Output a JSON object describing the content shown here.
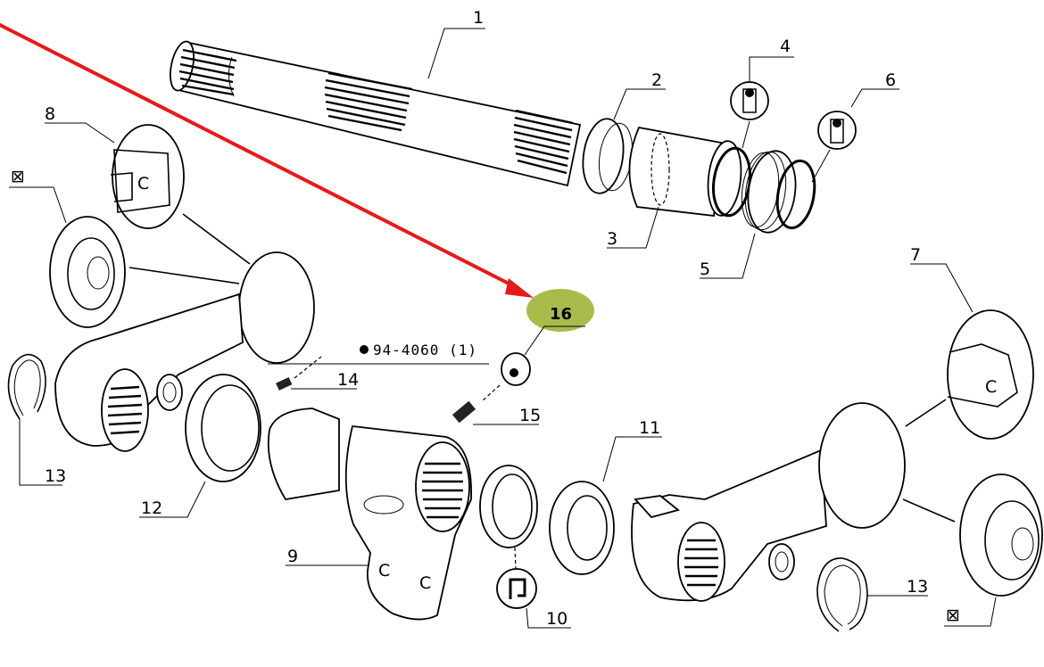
{
  "diagram": {
    "title": "Exploded parts diagram - shaft and lift arm assembly",
    "callouts": [
      {
        "id": "1",
        "label": "1",
        "part": "splined shaft"
      },
      {
        "id": "2",
        "label": "2",
        "part": "bushing"
      },
      {
        "id": "3",
        "label": "3",
        "part": "sleeve"
      },
      {
        "id": "4",
        "label": "4",
        "part": "o-ring"
      },
      {
        "id": "5",
        "label": "5",
        "part": "threaded collar"
      },
      {
        "id": "6",
        "label": "6",
        "part": "o-ring"
      },
      {
        "id": "7",
        "label": "7",
        "part": "right arm detail"
      },
      {
        "id": "8",
        "label": "8",
        "part": "left arm detail"
      },
      {
        "id": "9",
        "label": "9",
        "part": "center lever"
      },
      {
        "id": "10",
        "label": "10",
        "part": "seal profile"
      },
      {
        "id": "11",
        "label": "11",
        "part": "washer"
      },
      {
        "id": "12",
        "label": "12",
        "part": "seal ring"
      },
      {
        "id": "13a",
        "label": "13",
        "part": "circlip left"
      },
      {
        "id": "13b",
        "label": "13",
        "part": "circlip right"
      },
      {
        "id": "14",
        "label": "14",
        "part": "grub screw"
      },
      {
        "id": "15",
        "label": "15",
        "part": "grub screw"
      },
      {
        "id": "16",
        "label": "16",
        "part": "nut"
      }
    ],
    "reference_note": "94-4060 (1)",
    "highlight": {
      "label": "16",
      "fill_color": "#a8bb4a",
      "arrow_color": "#e8191a"
    },
    "not_supplied_symbol": "⊠"
  }
}
